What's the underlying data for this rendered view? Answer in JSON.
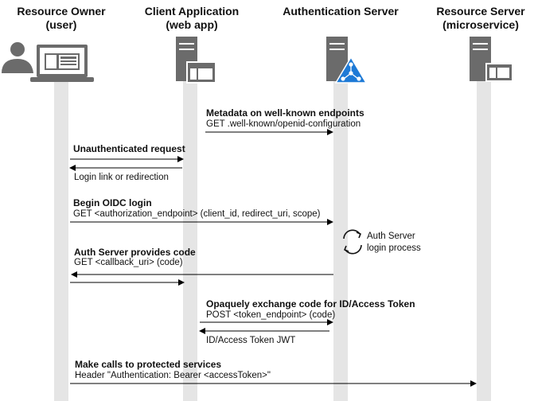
{
  "actors": {
    "owner": "Resource Owner\n(user)",
    "client": "Client Application\n(web app)",
    "auth": "Authentication Server",
    "resource": "Resource Server\n(microservice)"
  },
  "messages": {
    "metadata_title": "Metadata on well-known endpoints",
    "metadata_detail": "GET .well-known/openid-configuration",
    "unauth_title": "Unauthenticated request",
    "login_link": "Login link or redirection",
    "oidc_title": "Begin OIDC login",
    "oidc_detail": "GET <authorization_endpoint> (client_id, redirect_uri, scope)",
    "auth_process": "Auth Server\nlogin process",
    "code_title": "Auth Server provides code",
    "code_detail": "GET <callback_uri> (code)",
    "exchange_title": "Opaquely exchange code for ID/Access Token",
    "exchange_detail": "POST <token_endpoint> (code)",
    "token_reply": "ID/Access Token JWT",
    "calls_title": "Make calls to protected services",
    "calls_detail": "Header \"Authentication: Bearer <accessToken>\""
  },
  "icons": [
    "user-icon",
    "laptop-icon",
    "server-icon",
    "azure-logo-icon",
    "refresh-icon"
  ],
  "colors": {
    "lifeline": "#e5e5e5",
    "icon_gray": "#6b6b6b",
    "azure_blue": "#1e7ad6"
  }
}
